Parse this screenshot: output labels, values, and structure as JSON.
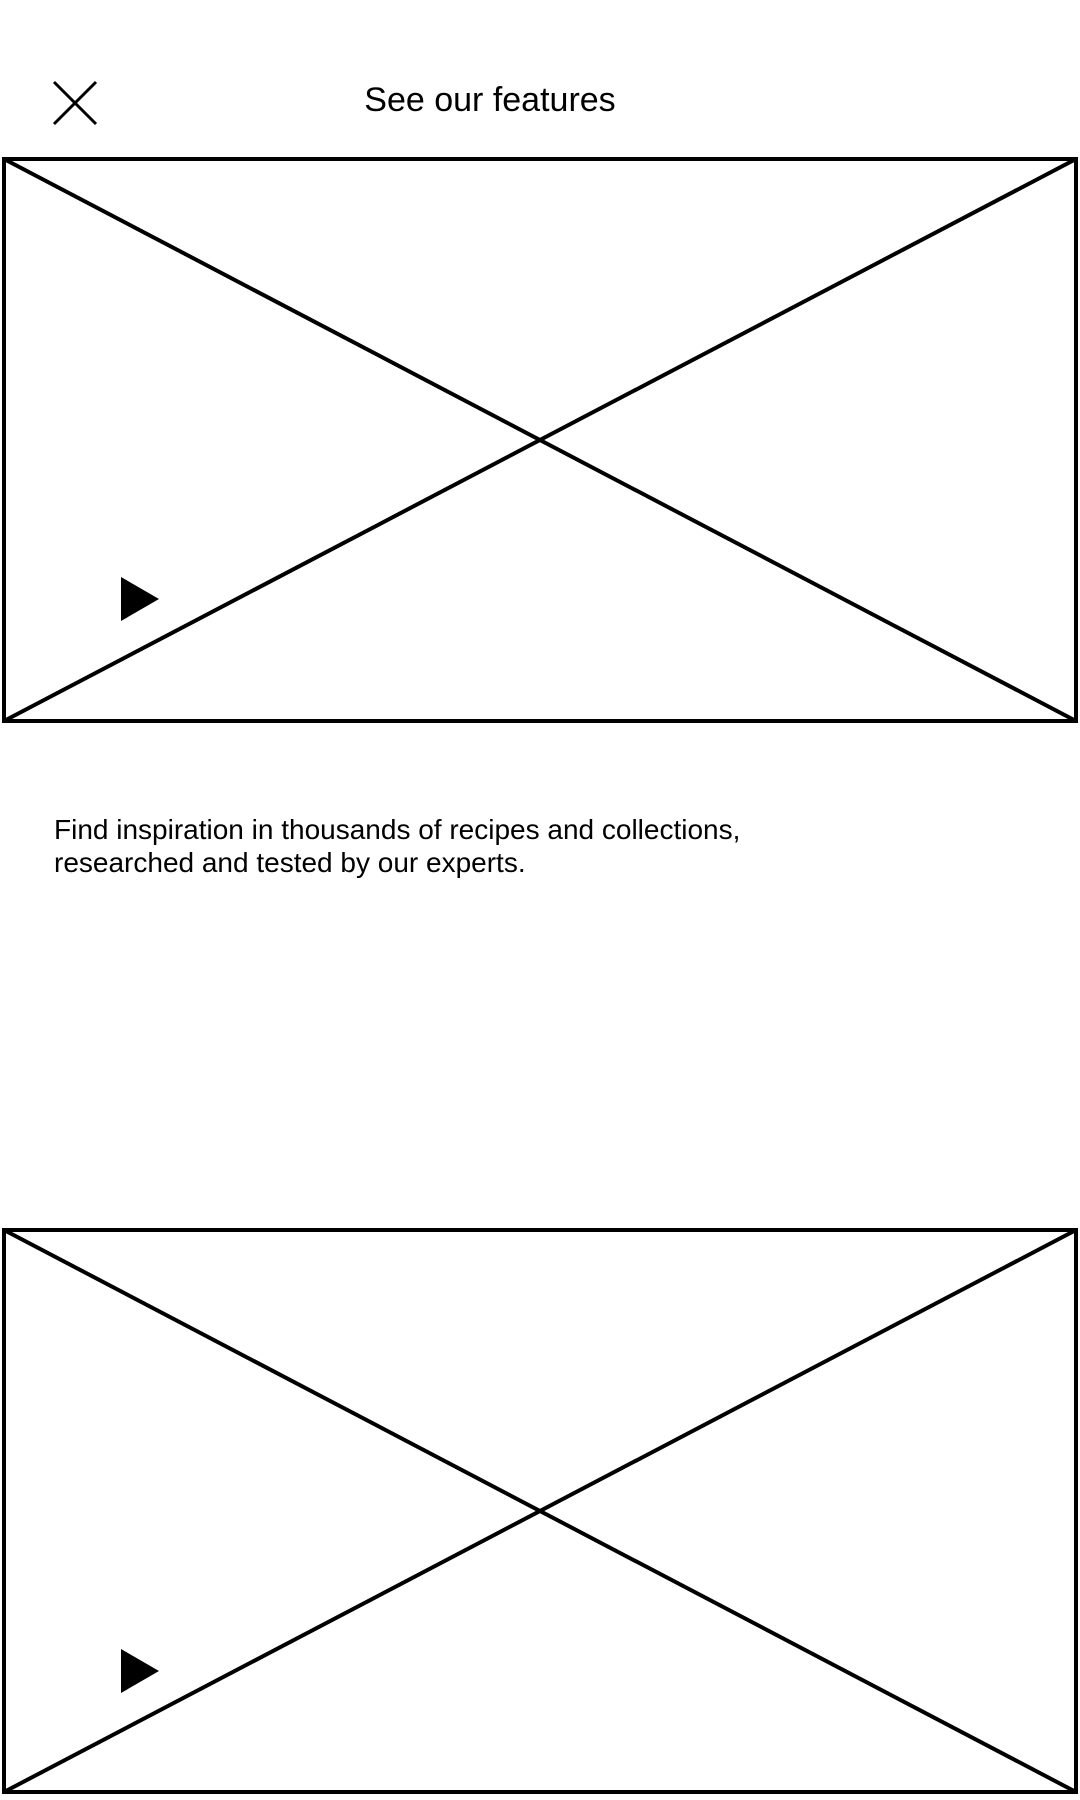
{
  "header": {
    "title": "See our features",
    "close_icon": "close-icon"
  },
  "videos": [
    {
      "id": "feature-video-1",
      "icon": "play-icon"
    },
    {
      "id": "feature-video-2",
      "icon": "play-icon"
    }
  ],
  "description": {
    "line1": "Find inspiration in thousands of recipes and collections,",
    "line2": "researched and tested by our experts."
  },
  "colors": {
    "background": "#ffffff",
    "foreground": "#000000"
  }
}
